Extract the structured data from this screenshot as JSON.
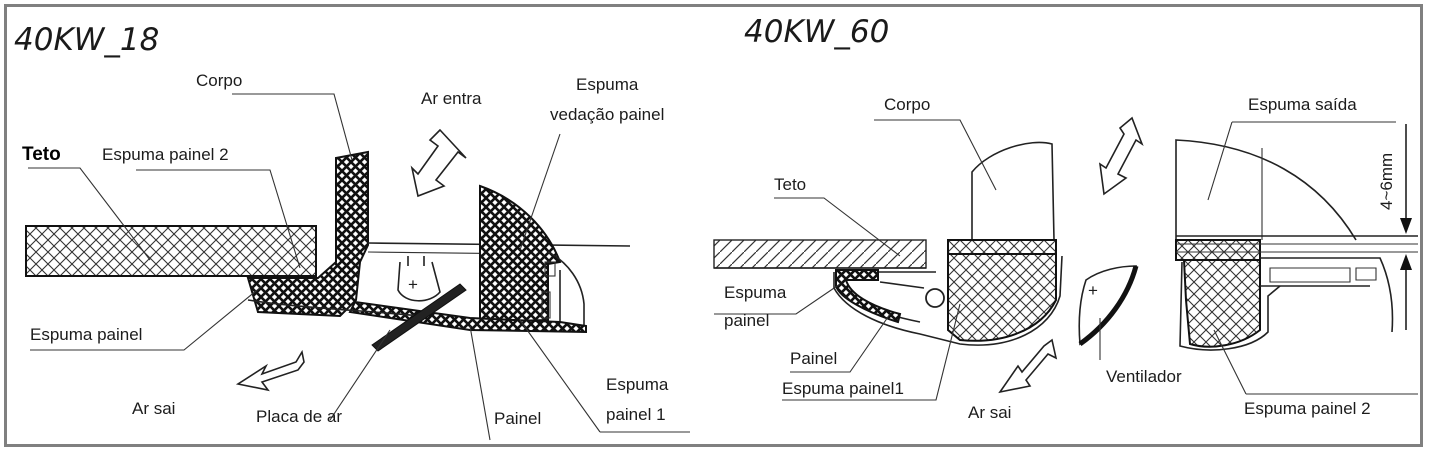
{
  "left": {
    "title": "40KW_18",
    "labels": {
      "corpo": "Corpo",
      "ar_entra": "Ar entra",
      "espuma_vedacao_1": "Espuma",
      "espuma_vedacao_2": "vedação painel",
      "teto": "Teto",
      "espuma_painel_2": "Espuma painel 2",
      "espuma_painel": "Espuma painel",
      "ar_sai": "Ar sai",
      "placa_de_ar": "Placa de ar",
      "painel": "Painel",
      "espuma_painel_1_a": "Espuma",
      "espuma_painel_1_b": "painel 1"
    }
  },
  "right": {
    "title": "40KW_60",
    "labels": {
      "corpo": "Corpo",
      "espuma_saida": "Espuma saída",
      "dim": "4~6mm",
      "teto": "Teto",
      "espuma_painel_a": "Espuma",
      "espuma_painel_b": "painel",
      "painel": "Painel",
      "espuma_painel1": "Espuma painel1",
      "ar_sai": "Ar sai",
      "ventilador": "Ventilador",
      "espuma_painel_2": "Espuma painel 2"
    }
  },
  "colors": {
    "border": "#808080",
    "ink": "#1c1c1c"
  }
}
